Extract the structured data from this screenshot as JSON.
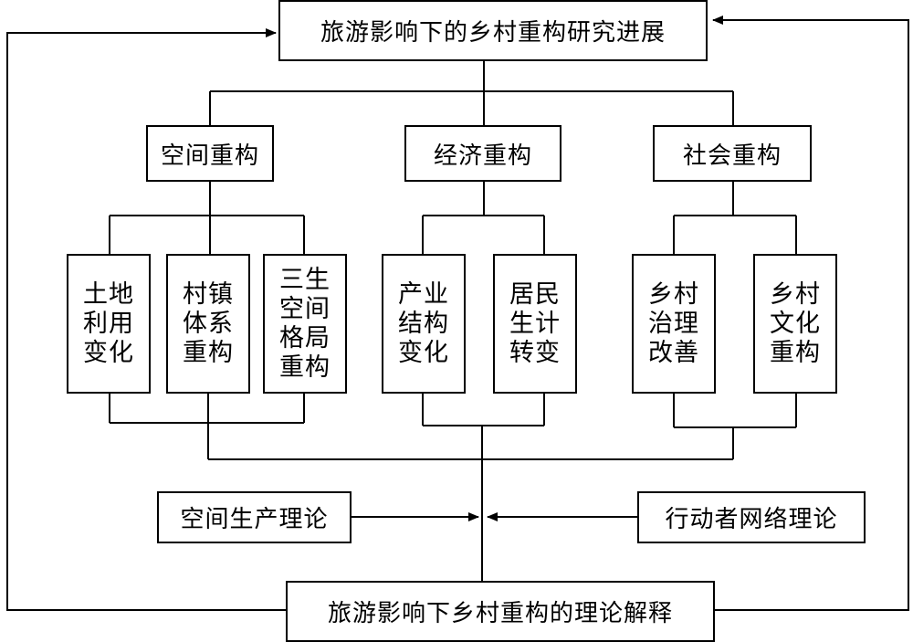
{
  "diagram": {
    "top_title": "旅游影响下的乡村重构研究进展",
    "bottom_title": "旅游影响下乡村重构的理论解释",
    "categories": [
      {
        "label": "空间重构",
        "items": [
          "土地\n利用\n变化",
          "村镇\n体系\n重构",
          "三生\n空间\n格局\n重构"
        ]
      },
      {
        "label": "经济重构",
        "items": [
          "产业\n结构\n变化",
          "居民\n生计\n转变"
        ]
      },
      {
        "label": "社会重构",
        "items": [
          "乡村\n治理\n改善",
          "乡村\n文化\n重构"
        ]
      }
    ],
    "theories": {
      "left": "空间生产理论",
      "right": "行动者网络理论"
    }
  }
}
